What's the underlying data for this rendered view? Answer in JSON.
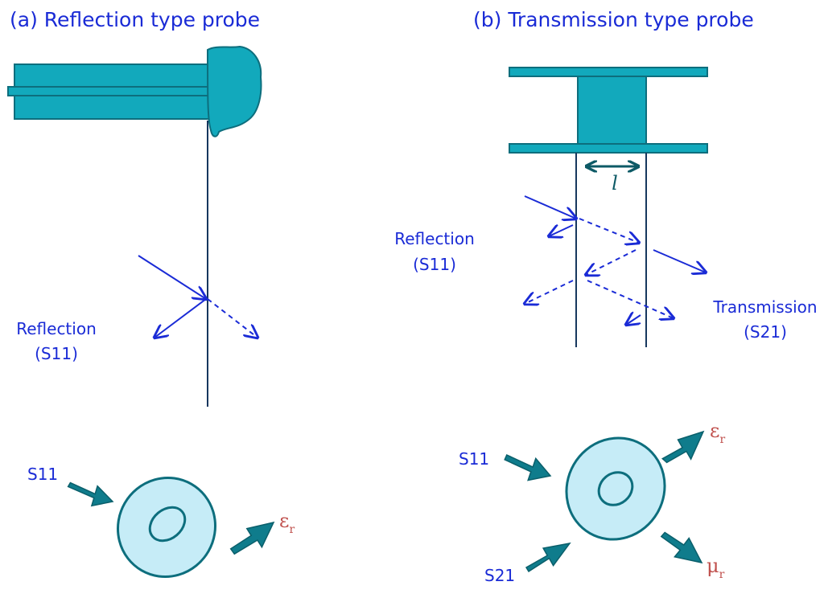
{
  "panel_a": {
    "title": "(a) Reflection type probe",
    "reflection_label_line1": "Reflection",
    "reflection_label_line2": "(S11)",
    "input_label": "S11",
    "output_symbol": "ε",
    "output_subscript": "r"
  },
  "panel_b": {
    "title": "(b) Transmission type probe",
    "thickness_label": "l",
    "reflection_label_line1": "Reflection",
    "reflection_label_line2": "(S11)",
    "transmission_label_line1": "Transmission",
    "transmission_label_line2": "(S21)",
    "input_label_1": "S11",
    "input_label_2": "S21",
    "output_symbol_1": "ε",
    "output_subscript_1": "r",
    "output_symbol_2": "μ",
    "output_subscript_2": "r"
  },
  "colors": {
    "text_blue": "#1a2bd6",
    "symbol_red": "#c0504d",
    "probe_teal": "#12a9bc",
    "arrow_teal": "#0f7c8c",
    "ring_fill": "#c6ecf7"
  }
}
